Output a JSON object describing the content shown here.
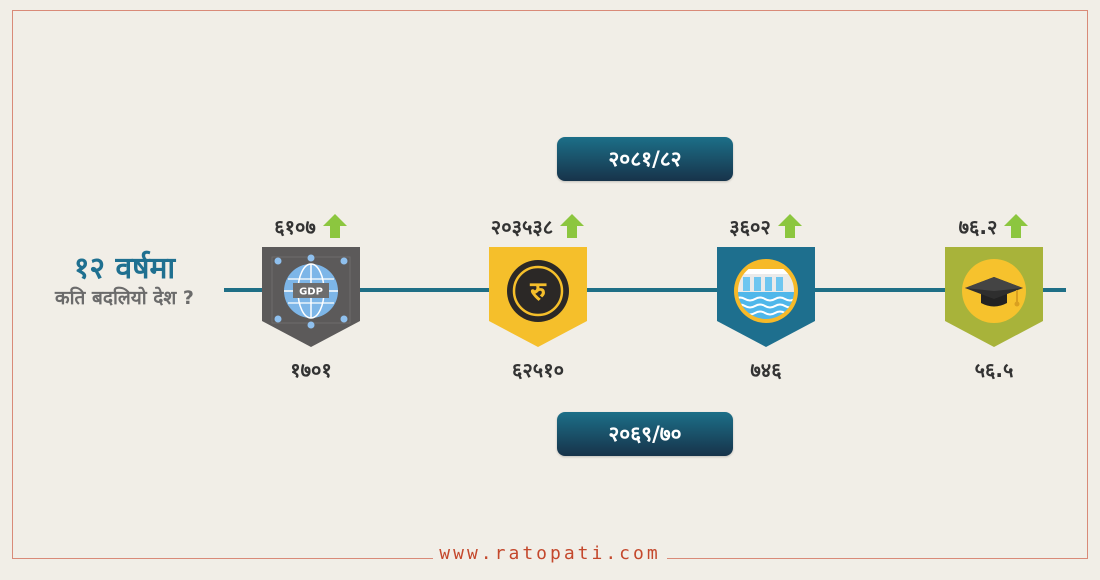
{
  "heading": {
    "line1": "१२ वर्षमा",
    "line2": "कति बदलियो देश ?"
  },
  "years": {
    "latest": "२०८१/८२",
    "earlier": "२०६९/७०"
  },
  "items": [
    {
      "icon": "gdp-globe-icon",
      "latest": "६१०७",
      "earlier": "१७०१",
      "color": "#5c5a5a",
      "trend": "up"
    },
    {
      "icon": "rupee-icon",
      "latest": "२०३५३८",
      "earlier": "६२५१०",
      "color": "#f5bf2b",
      "trend": "up"
    },
    {
      "icon": "hydropower-dam-icon",
      "latest": "३६०२",
      "earlier": "७४६",
      "color": "#1e6f8e",
      "trend": "up"
    },
    {
      "icon": "graduation-cap-icon",
      "latest": "७६.२",
      "earlier": "५६.५",
      "color": "#a8b33a",
      "trend": "up"
    }
  ],
  "colors": {
    "accent": "#1f6f86",
    "arrow": "#8cc63f",
    "footer": "#c4482c"
  },
  "footer": "www.ratopati.com"
}
